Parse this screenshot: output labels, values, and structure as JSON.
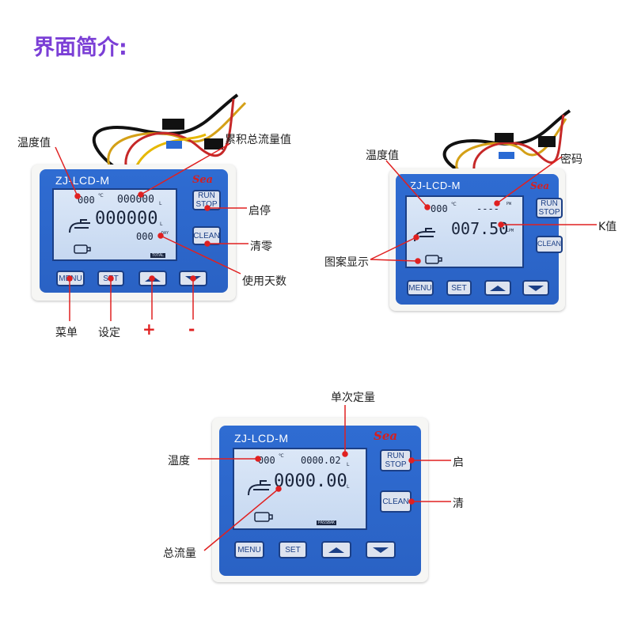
{
  "page": {
    "title": "界面简介:"
  },
  "device1": {
    "model": "ZJ-LCD-M",
    "lcd": {
      "temp": "000",
      "temp_unit": "℃",
      "total": "000000",
      "total_unit": "L",
      "main": "000000",
      "main_unit": "L",
      "days": "000",
      "days_unit": "DAY",
      "mode": "TOTAL"
    },
    "buttons": {
      "run_stop_1": "RUN",
      "run_stop_2": "STOP",
      "clean": "CLEAN",
      "menu": "MENU",
      "set": "SET"
    },
    "labels": {
      "temp": "温度值",
      "total": "累积总流量值",
      "start_stop": "启停",
      "clear": "清零",
      "days": "使用天数",
      "menu": "菜单",
      "set": "设定",
      "plus": "+",
      "minus": "-"
    }
  },
  "device2": {
    "model": "ZJ-LCD-M",
    "lcd": {
      "temp": "000",
      "temp_unit": "℃",
      "pw": "----",
      "pw_unit": "PW",
      "k": "007.50",
      "k_unit": "LPM"
    },
    "buttons": {
      "run_stop_1": "RUN",
      "run_stop_2": "STOP",
      "clean": "CLEAN",
      "menu": "MENU",
      "set": "SET"
    },
    "labels": {
      "temp": "温度值",
      "password": "密码",
      "k": "K值",
      "icons": "图案显示"
    }
  },
  "device3": {
    "model": "ZJ-LCD-M",
    "lcd": {
      "temp": "000",
      "temp_unit": "℃",
      "single": "0000.02",
      "single_unit": "L",
      "total": "0000.00",
      "total_unit": "L",
      "mode": "PASSBAK"
    },
    "buttons": {
      "run_stop_1": "RUN",
      "run_stop_2": "STOP",
      "clean": "CLEAN",
      "menu": "MENU",
      "set": "SET"
    },
    "labels": {
      "single": "单次定量",
      "temp": "温度",
      "start": "启",
      "clean": "清",
      "total": "总流量"
    }
  },
  "colors": {
    "title": "#7b3fd6",
    "panel": "#2f6cd2",
    "pointer": "#e02020"
  }
}
